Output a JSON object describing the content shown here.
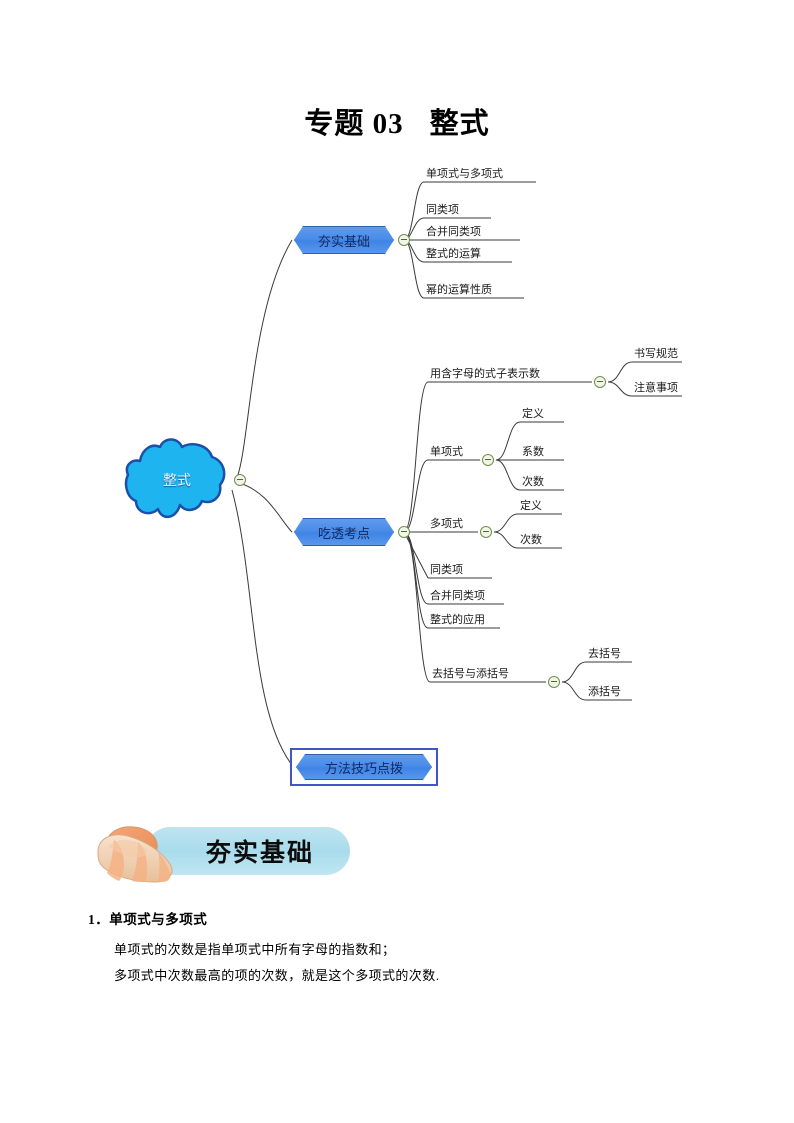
{
  "document": {
    "title_prefix": "专题 03",
    "title_main": "整式"
  },
  "mindmap": {
    "center": {
      "label": "整式",
      "collapse_icon": "minus-circle-icon"
    },
    "branches": [
      {
        "label": "夯实基础",
        "selected": false,
        "children": [
          {
            "label": "单项式与多项式"
          },
          {
            "label": "同类项"
          },
          {
            "label": "合并同类项"
          },
          {
            "label": "整式的运算"
          },
          {
            "label": "幂的运算性质"
          }
        ]
      },
      {
        "label": "吃透考点",
        "selected": false,
        "children": [
          {
            "label": "用含字母的式子表示数",
            "children": [
              {
                "label": "书写规范"
              },
              {
                "label": "注意事项"
              }
            ]
          },
          {
            "label": "单项式",
            "children": [
              {
                "label": "定义"
              },
              {
                "label": "系数"
              },
              {
                "label": "次数"
              }
            ]
          },
          {
            "label": "多项式",
            "children": [
              {
                "label": "定义"
              },
              {
                "label": "次数"
              }
            ]
          },
          {
            "label": "同类项"
          },
          {
            "label": "合并同类项"
          },
          {
            "label": "整式的应用"
          },
          {
            "label": "去括号与添括号",
            "children": [
              {
                "label": "去括号"
              },
              {
                "label": "添括号"
              }
            ]
          }
        ]
      },
      {
        "label": "方法技巧点拨",
        "selected": true,
        "children": []
      }
    ],
    "colors": {
      "node_fill": "#4a8ce8",
      "node_border": "#2f5fa8",
      "node_text": "#102a63",
      "center_fill": "#1eb4f0",
      "center_border": "#1b4fa8",
      "selection_border": "#4453c8",
      "connector": "#3a3a3a",
      "collapse_icon": "#6f8f4a"
    }
  },
  "section": {
    "banner_label": "夯实基础",
    "banner_color": "#a9dcec",
    "icon": "conch-shell-icon"
  },
  "content": {
    "heading": "1．单项式与多项式",
    "lines": [
      "单项式的次数是指单项式中所有字母的指数和；",
      "多项式中次数最高的项的次数，就是这个多项式的次数."
    ]
  }
}
